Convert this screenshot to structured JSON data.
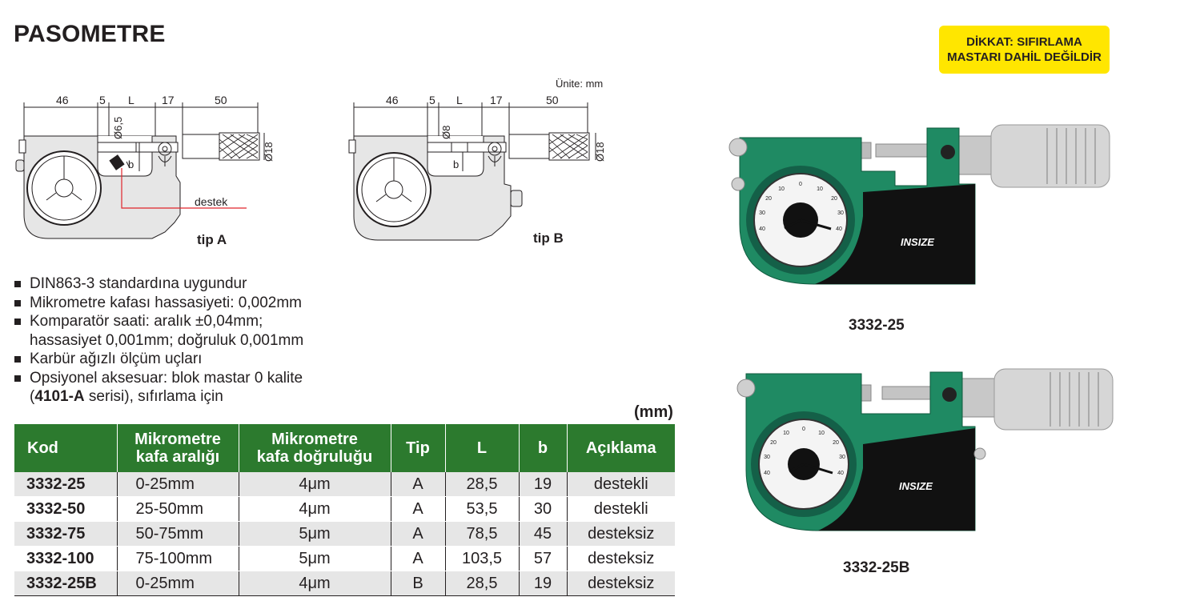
{
  "title": "PASOMETRE",
  "warning": {
    "line1": "DİKKAT: SIFIRLAMA",
    "line2": "MASTARI DAHİL DEĞİLDİR"
  },
  "unit_note": "Ünite: mm",
  "drawing_a": {
    "dims": [
      "46",
      "5",
      "L",
      "17",
      "50"
    ],
    "diam_tip": "Ø6,5",
    "diam_head": "Ø18",
    "b": "b",
    "support": "destek",
    "label": "tip A"
  },
  "drawing_b": {
    "dims": [
      "46",
      "5",
      "L",
      "17",
      "50"
    ],
    "diam_tip": "Ø8",
    "diam_head": "Ø18",
    "b": "b",
    "label": "tip B"
  },
  "features": [
    {
      "text": "DIN863-3 standardına uygundur"
    },
    {
      "text": "Mikrometre kafası hassasiyeti: 0,002mm"
    },
    {
      "text": "Komparatör saati: aralık ±0,04mm;",
      "line2": "hassasiyet 0,001mm; doğruluk 0,001mm"
    },
    {
      "text": "Karbür ağızlı ölçüm uçları"
    },
    {
      "text": "Opsiyonel aksesuar: blok mastar 0 kalite",
      "line2_bold": "4101-A",
      "line2_pre": "(",
      "line2_post": " serisi), sıfırlama için"
    }
  ],
  "table_unit": "(mm)",
  "table": {
    "headers": [
      {
        "l1": "Kod",
        "l2": ""
      },
      {
        "l1": "Mikrometre",
        "l2": "kafa aralığı"
      },
      {
        "l1": "Mikrometre",
        "l2": "kafa doğruluğu"
      },
      {
        "l1": "Tip",
        "l2": ""
      },
      {
        "l1": "L",
        "l2": ""
      },
      {
        "l1": "b",
        "l2": ""
      },
      {
        "l1": "Açıklama",
        "l2": ""
      }
    ],
    "rows": [
      [
        "3332-25",
        "0-25mm",
        "4μm",
        "A",
        "28,5",
        "19",
        "destekli"
      ],
      [
        "3332-50",
        "25-50mm",
        "4μm",
        "A",
        "53,5",
        "30",
        "destekli"
      ],
      [
        "3332-75",
        "50-75mm",
        "5μm",
        "A",
        "78,5",
        "45",
        "desteksiz"
      ],
      [
        "3332-100",
        "75-100mm",
        "5μm",
        "A",
        "103,5",
        "57",
        "desteksiz"
      ],
      [
        "3332-25B",
        "0-25mm",
        "4μm",
        "B",
        "28,5",
        "19",
        "desteksiz"
      ]
    ]
  },
  "products": [
    {
      "caption": "3332-25",
      "brand": "INSIZE",
      "dial_nums": [
        "10",
        "0",
        "10",
        "20",
        "30",
        "40",
        "40",
        "30",
        "20"
      ]
    },
    {
      "caption": "3332-25B",
      "brand": "INSIZE",
      "dial_nums": [
        "10",
        "0",
        "10",
        "20",
        "30",
        "40",
        "40",
        "30",
        "20"
      ]
    }
  ],
  "colors": {
    "header_green": "#2c7a2e",
    "warning_yellow": "#ffe600",
    "row_gray": "#e6e6e6",
    "body_green": "#1f8a63",
    "body_black": "#111111",
    "support_red": "#e0242b"
  }
}
